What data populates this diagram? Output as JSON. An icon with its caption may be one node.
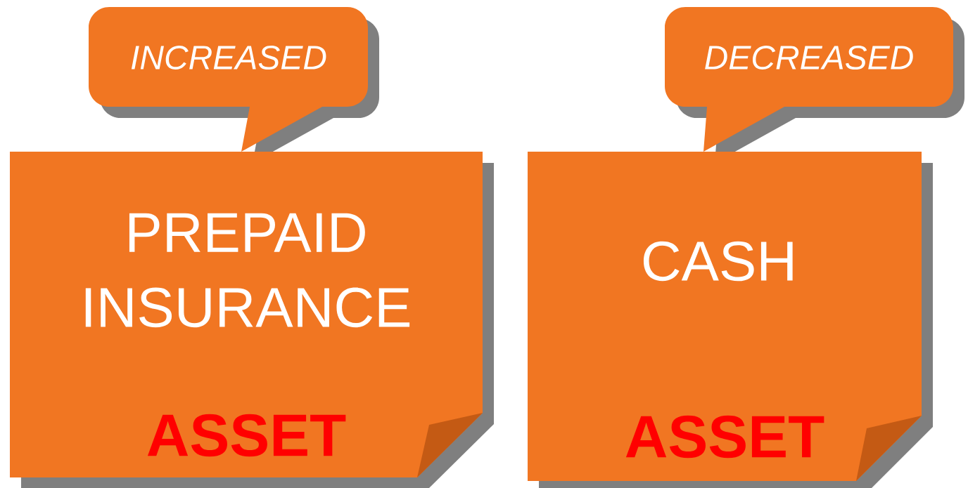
{
  "diagram": {
    "nodes": [
      {
        "text": [
          "INCREASED"
        ]
      },
      {
        "text": [
          "PREPAID INSURANCE",
          "ASSET"
        ]
      },
      {
        "text": [
          "DECREASED"
        ]
      },
      {
        "text": [
          "CASH",
          "ASSET"
        ]
      }
    ]
  }
}
